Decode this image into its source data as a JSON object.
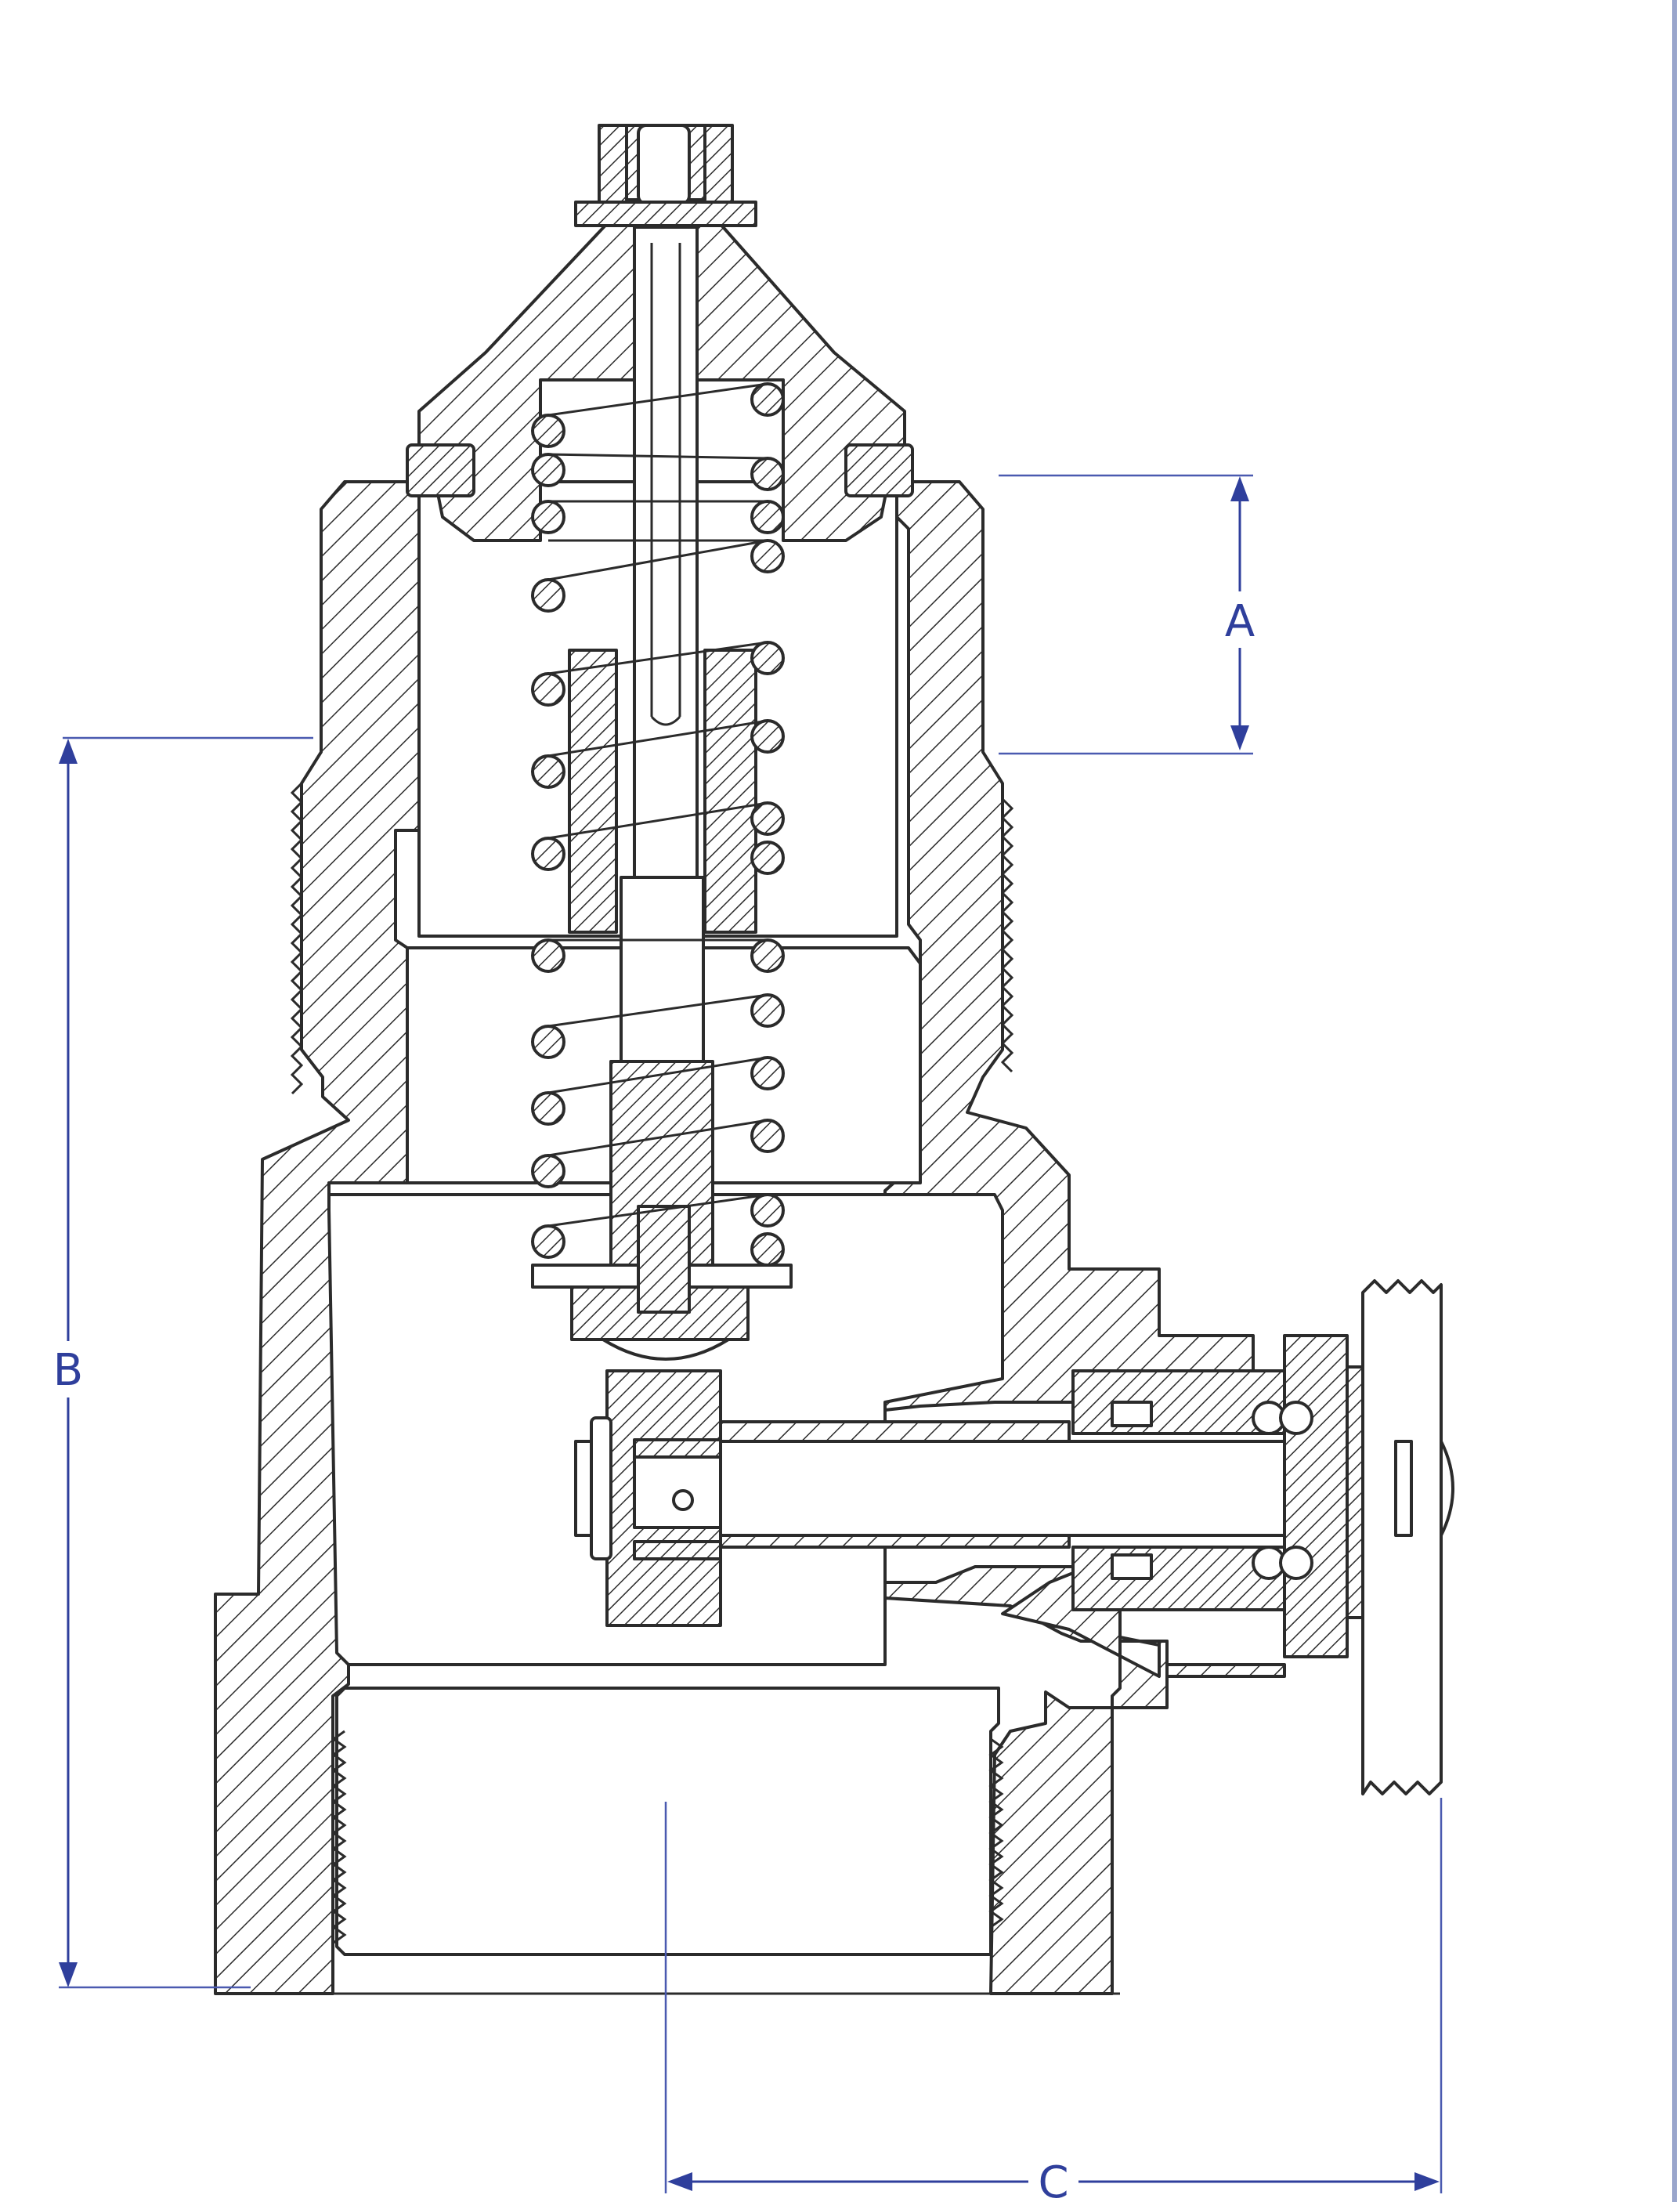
{
  "dimensions": {
    "A": "A",
    "B": "B",
    "C": "C"
  },
  "colors": {
    "dimension": "#2f3f9c",
    "linework": "#2b2b2b",
    "background": "#ffffff"
  }
}
